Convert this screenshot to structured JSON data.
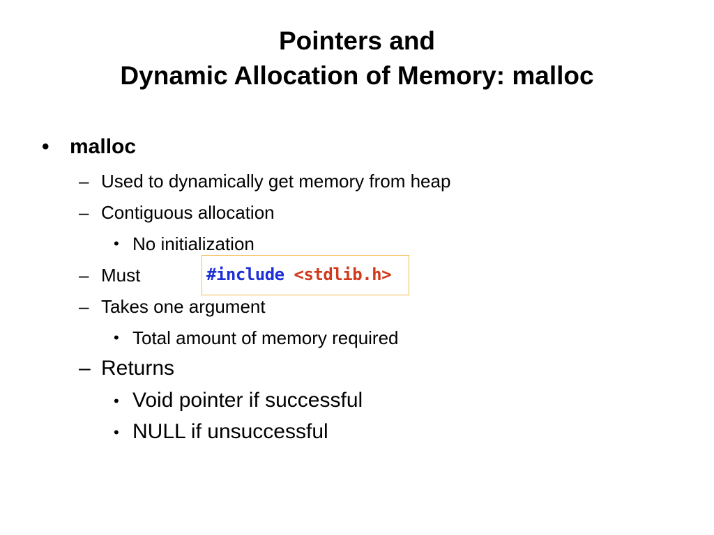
{
  "slide": {
    "title_line1": "Pointers and",
    "title_line2": "Dynamic Allocation of Memory: malloc",
    "bullet_top": "malloc",
    "dash": "–",
    "dot": "•",
    "items": {
      "used": "Used to dynamically get memory from heap",
      "contiguous": "Contiguous allocation",
      "no_init": "No initialization",
      "must": "Must",
      "takes": "Takes one argument",
      "total": "Total amount of memory required",
      "returns": "Returns",
      "void_ptr": "Void pointer if successful",
      "null": "NULL if unsuccessful"
    },
    "code": {
      "keyword": "#include",
      "header": "<stdlib.h>"
    }
  },
  "colors": {
    "code_keyword": "#1d2fd6",
    "code_header": "#d13a1c",
    "code_border": "#f0b94a"
  }
}
